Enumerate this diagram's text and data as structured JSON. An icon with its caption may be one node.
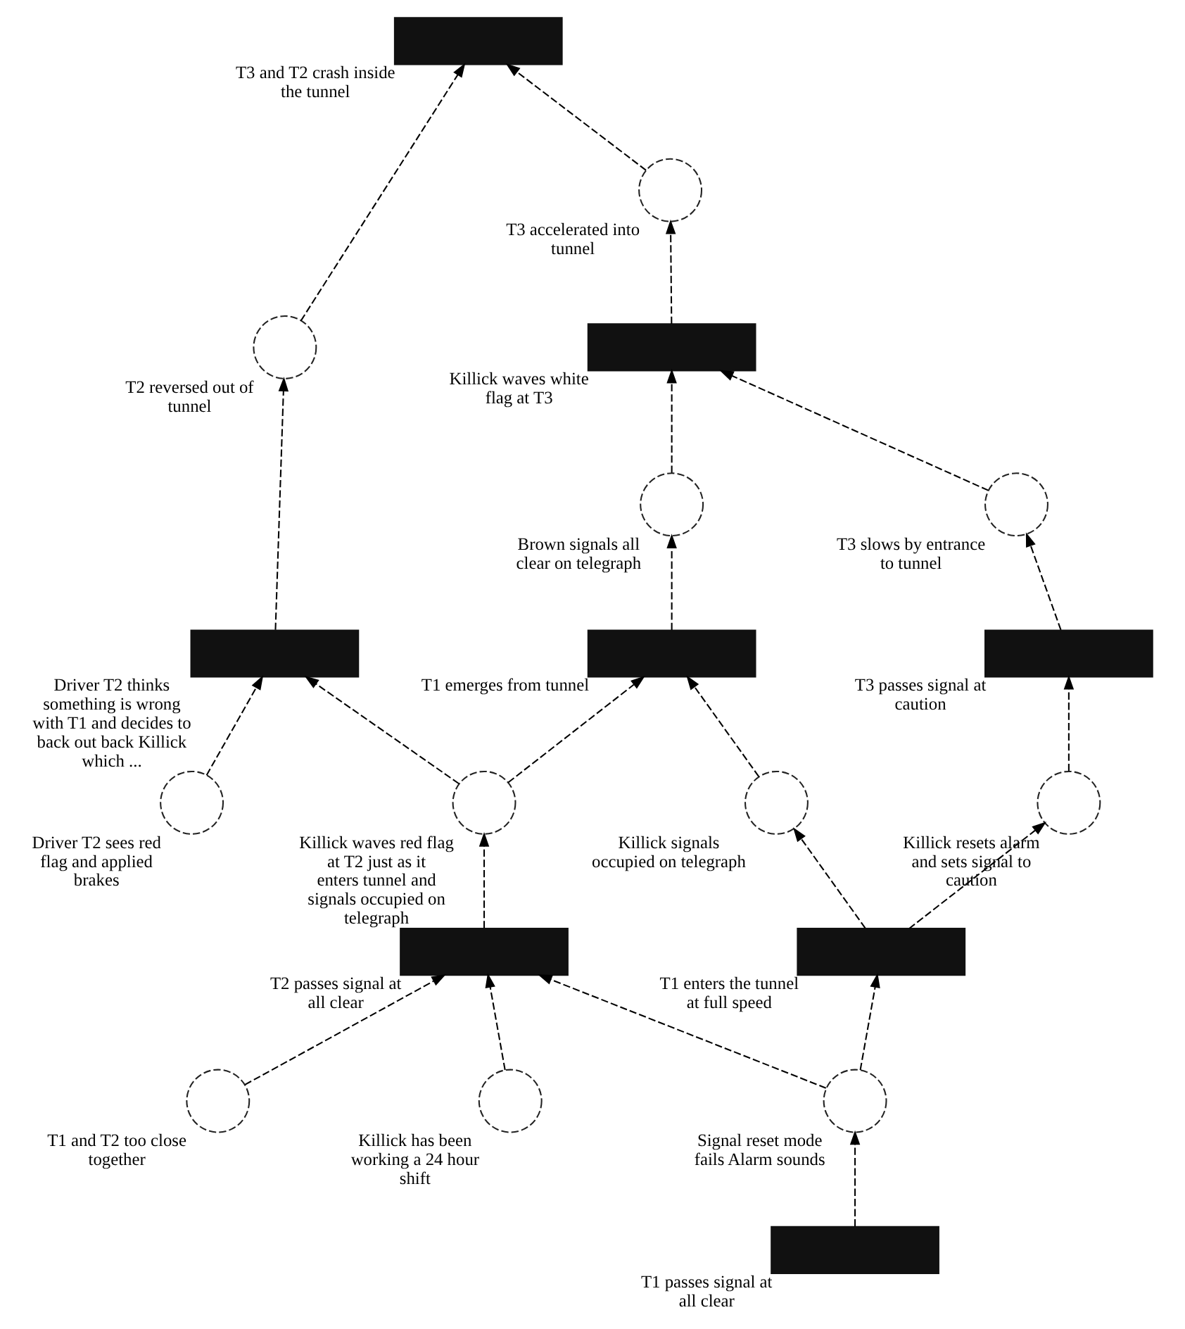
{
  "diagram": {
    "nodes": [
      {
        "text": [],
        "shape": "box",
        "beside": [
          "T3 and T2 crash inside the tunnel"
        ]
      },
      {
        "text": [],
        "shape": "circle",
        "beside": [
          "T2 reversed out of tunnel"
        ]
      },
      {
        "text": [],
        "shape": "circle",
        "beside": [
          "T3 accelerated into tunnel"
        ]
      },
      {
        "text": [],
        "shape": "box",
        "beside": [
          "Driver T2 thinks something is wrong with T1 and decides to back out back Killick which ..."
        ]
      },
      {
        "text": [],
        "shape": "box",
        "beside": [
          "Killick waves white flag at T3"
        ]
      },
      {
        "text": [],
        "shape": "circle",
        "beside": [
          "Killick waves red flag at T2 just as it enters tunnel and signals occupied on telegraph"
        ]
      },
      {
        "text": [],
        "shape": "circle",
        "beside": [
          "Driver T2 sees red flag and applied brakes"
        ]
      },
      {
        "text": [],
        "shape": "circle",
        "beside": [
          "Brown signals all clear on telegraph"
        ]
      },
      {
        "text": [],
        "shape": "circle",
        "beside": [
          "T3 slows by entrance to tunnel"
        ]
      },
      {
        "text": [],
        "shape": "box",
        "beside": [
          "T2 passes signal at all clear"
        ]
      },
      {
        "text": [],
        "shape": "box",
        "beside": [
          "T1 emerges from tunnel"
        ]
      },
      {
        "text": [],
        "shape": "box",
        "beside": [
          "T3 passes signal at caution"
        ]
      },
      {
        "text": [],
        "shape": "circle",
        "beside": [
          "T1 and T2 too close together"
        ]
      },
      {
        "text": [],
        "shape": "circle",
        "beside": [
          "Killick has been working a 24 hour shift"
        ]
      },
      {
        "text": [],
        "shape": "circle",
        "beside": [
          "Killick signals occupied on telegraph"
        ]
      },
      {
        "text": [],
        "shape": "circle",
        "beside": [
          "Killick resets alarm and sets signal to caution"
        ]
      },
      {
        "text": [],
        "shape": "box",
        "beside": [
          "T1 enters the tunnel at full speed"
        ]
      },
      {
        "text": [],
        "shape": "circle",
        "beside": [
          "Signal reset mode fails Alarm sounds"
        ]
      },
      {
        "text": [],
        "shape": "box",
        "beside": [
          "T1 passes signal at all clear"
        ]
      }
    ],
    "edges": [
      {
        "from": 1,
        "to": 0,
        "arrow": "to"
      },
      {
        "from": 2,
        "to": 0,
        "arrow": "to"
      },
      {
        "from": 3,
        "to": 1,
        "arrow": "to"
      },
      {
        "from": 4,
        "to": 2,
        "arrow": "to"
      },
      {
        "from": 5,
        "to": 3,
        "arrow": "to"
      },
      {
        "from": 6,
        "to": 3,
        "arrow": "to"
      },
      {
        "from": 7,
        "to": 4,
        "arrow": "to"
      },
      {
        "from": 8,
        "to": 4,
        "arrow": "to"
      },
      {
        "from": 9,
        "to": 5,
        "arrow": "to"
      },
      {
        "from": 5,
        "to": 10,
        "arrow": "to"
      },
      {
        "from": 10,
        "to": 7,
        "arrow": "to"
      },
      {
        "from": 11,
        "to": 8,
        "arrow": "to"
      },
      {
        "from": 12,
        "to": 9,
        "arrow": "to"
      },
      {
        "from": 13,
        "to": 9,
        "arrow": "to"
      },
      {
        "from": 17,
        "to": 9,
        "arrow": "to"
      },
      {
        "from": 14,
        "to": 10,
        "arrow": "to"
      },
      {
        "from": 15,
        "to": 11,
        "arrow": "to"
      },
      {
        "from": 16,
        "to": 14,
        "arrow": "to"
      },
      {
        "from": 16,
        "to": 15,
        "arrow": "to"
      },
      {
        "from": 17,
        "to": 16,
        "arrow": "to"
      },
      {
        "from": 18,
        "to": 17,
        "arrow": "to"
      }
    ]
  }
}
